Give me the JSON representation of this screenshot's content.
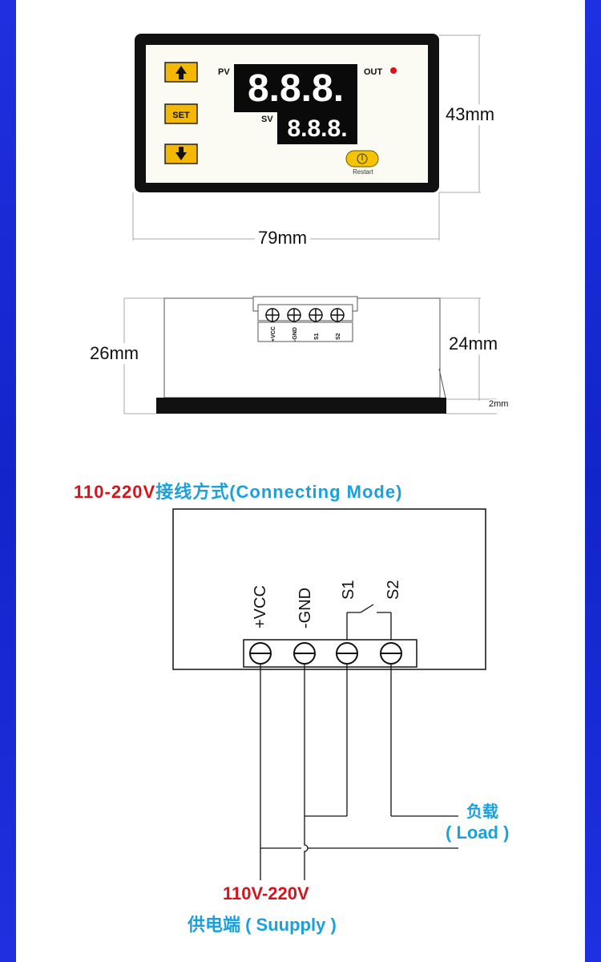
{
  "front": {
    "pv_label": "PV",
    "sv_label": "SV",
    "out_label": "OUT",
    "pv_display": "8.8.8.",
    "sv_display": "8.8.8.",
    "set_label": "SET",
    "restart_label": "Restart",
    "height_dim": "43mm",
    "width_dim": "79mm"
  },
  "side": {
    "total_depth_dim": "26mm",
    "body_depth_dim": "24mm",
    "bezel_dim": "2mm",
    "terminals": [
      "+VCC",
      "-GND",
      "S1",
      "S2"
    ]
  },
  "wiring": {
    "title_voltage": "110-220V",
    "title_text": "接线方式(Connecting  Mode)",
    "terminals": [
      "+VCC",
      "-GND",
      "S1",
      "S2"
    ],
    "load_cn": "负载",
    "load_en": "( Load )",
    "supply_voltage": "110V-220V",
    "supply_label": "供电端 ( Suupply )"
  },
  "colors": {
    "border_blue": "#1a2bd6",
    "accent_red": "#d4141c",
    "accent_cyan": "#1aa0dc",
    "button_yellow": "#f5b800",
    "led_red": "#e0101a"
  }
}
